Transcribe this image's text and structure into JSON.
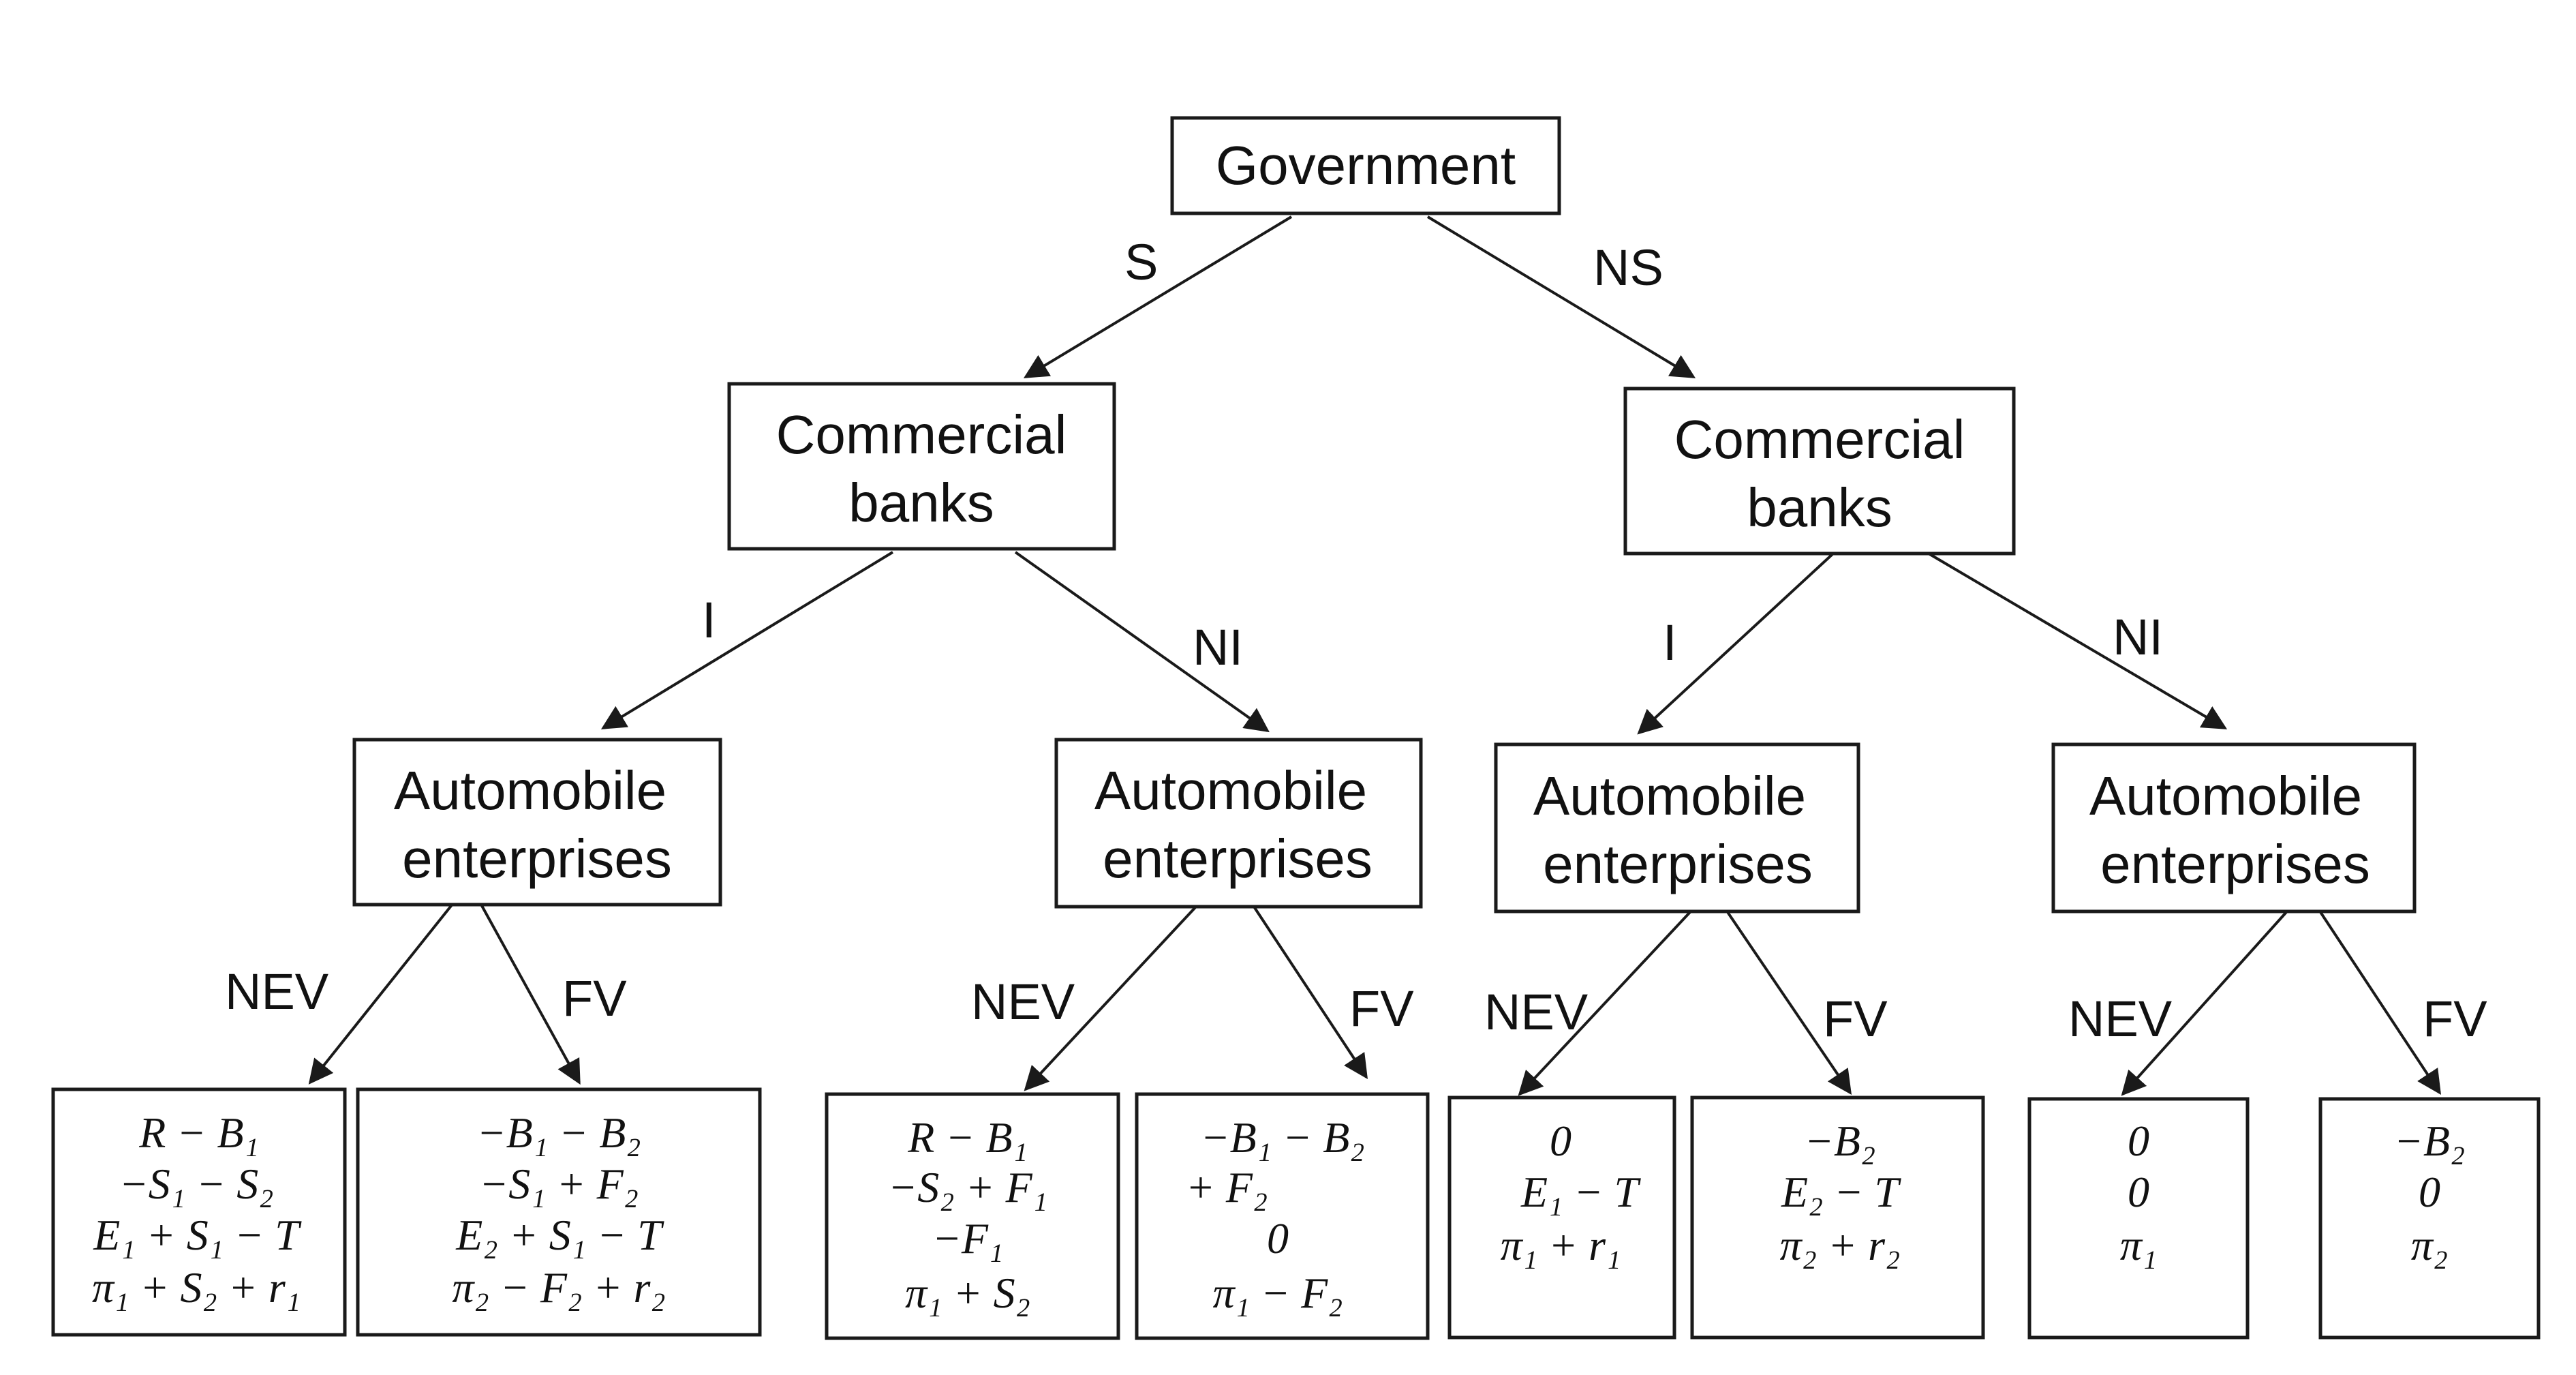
{
  "root": {
    "label": "Government"
  },
  "branches": {
    "gov_left": "S",
    "gov_right": "NS",
    "bank_left": "I",
    "bank_right": "NI",
    "ent_left": "NEV",
    "ent_right": "FV"
  },
  "banks": [
    {
      "line1": "Commercial",
      "line2": "banks"
    },
    {
      "line1": "Commercial",
      "line2": "banks"
    }
  ],
  "enterprises": [
    {
      "line1": "Automobile",
      "line2": "enterprises"
    },
    {
      "line1": "Automobile",
      "line2": "enterprises"
    },
    {
      "line1": "Automobile",
      "line2": "enterprises"
    },
    {
      "line1": "Automobile",
      "line2": "enterprises"
    }
  ],
  "payoffs": [
    [
      "R − B₁",
      "−S₁ − S₂",
      "E₁ + S₁ − T",
      "π₁ + S₂ + r₁"
    ],
    [
      "−B₁ − B₂",
      "−S₁ + F₂",
      "E₂ + S₁ − T",
      "π₂ − F₂ + r₂"
    ],
    [
      "R − B₁",
      "−S₂ + F₁",
      "−F₁",
      "π₁ + S₂"
    ],
    [
      "−B₁ − B₂",
      "+ F₂",
      "0",
      "π₁ − F₂"
    ],
    [
      "0",
      "E₁ − T",
      "π₁ + r₁"
    ],
    [
      "−B₂",
      "E₂ − T",
      "π₂ + r₂"
    ],
    [
      "0",
      "0",
      "π₁"
    ],
    [
      "−B₂",
      "0",
      "π₂"
    ]
  ]
}
